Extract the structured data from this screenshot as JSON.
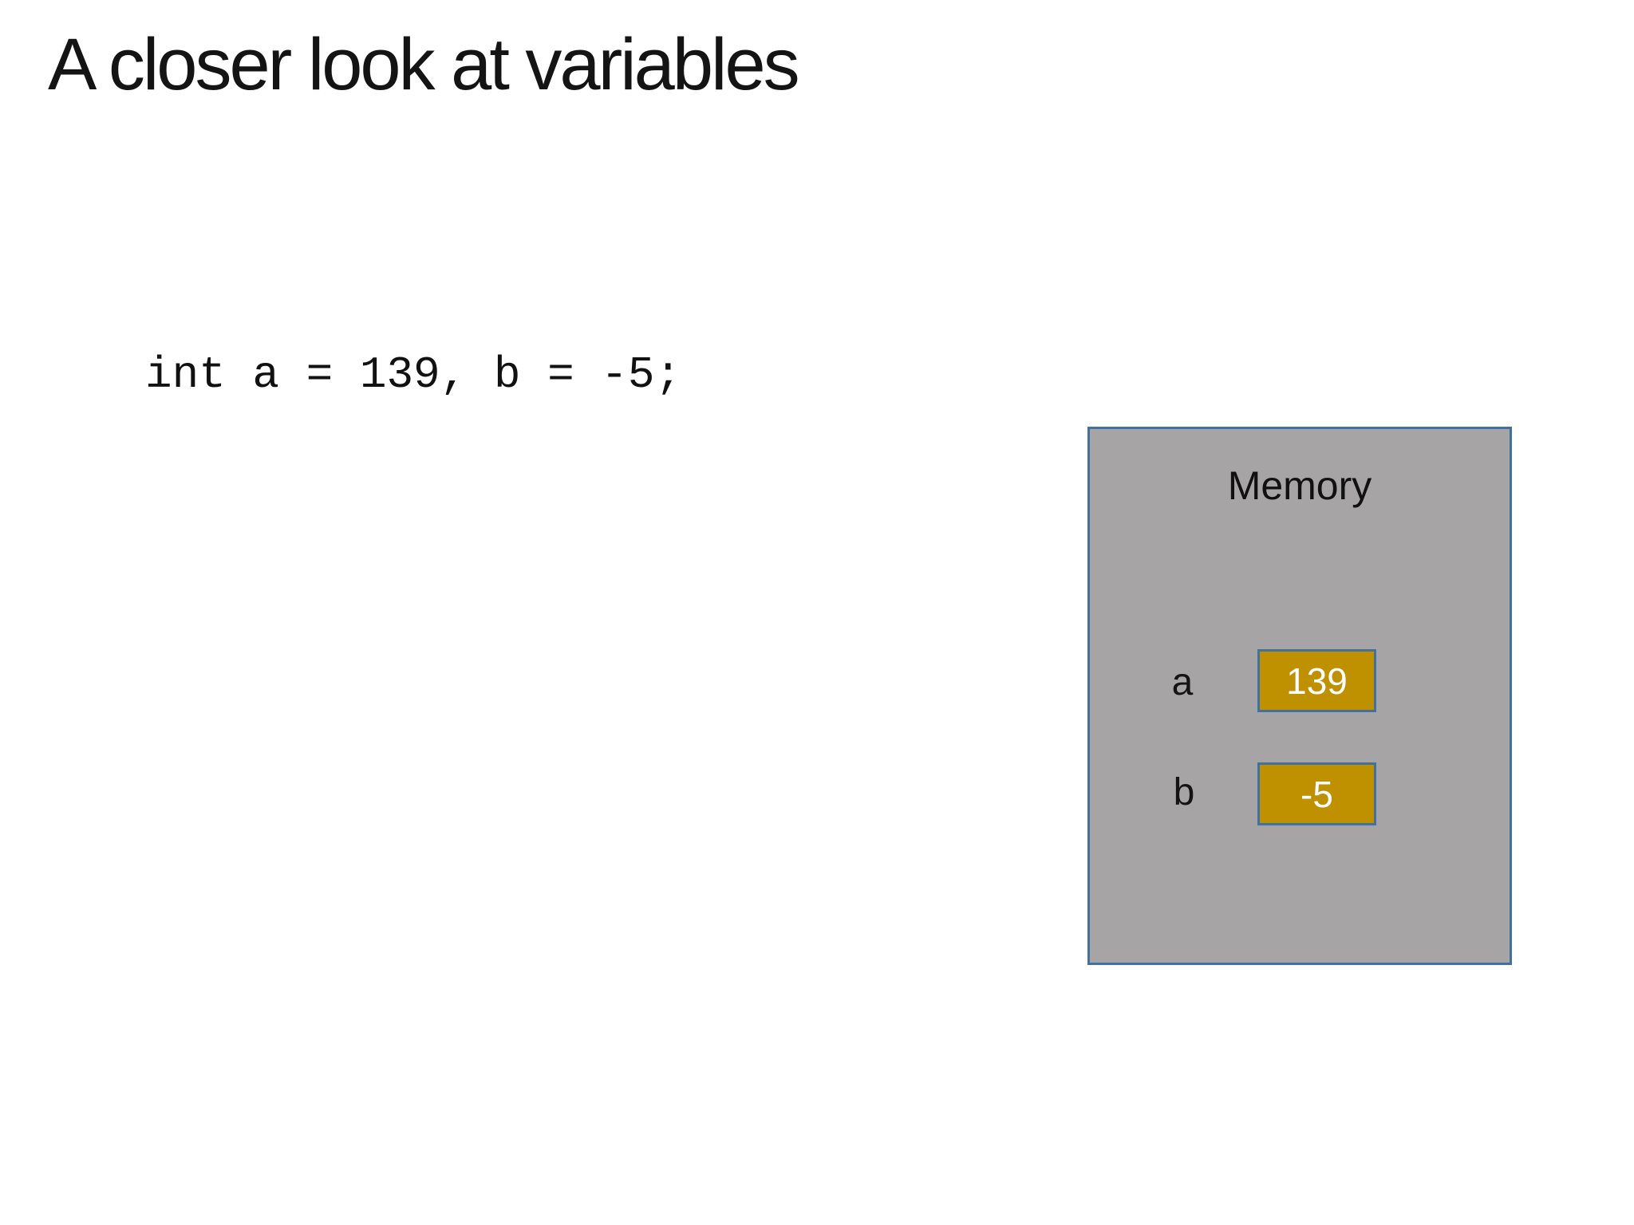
{
  "slide": {
    "title": "A closer look at variables",
    "code_line": "int a = 139, b = -5;"
  },
  "memory_panel": {
    "title": "Memory",
    "variables": [
      {
        "name": "a",
        "value": "139"
      },
      {
        "name": "b",
        "value": "-5"
      }
    ]
  },
  "colors": {
    "panel_fill": "#a6a4a4",
    "panel_border": "#41719c",
    "cell_fill": "#bf9000",
    "cell_value_text": "#ffffff",
    "body_text": "#141414",
    "background": "#ffffff"
  }
}
